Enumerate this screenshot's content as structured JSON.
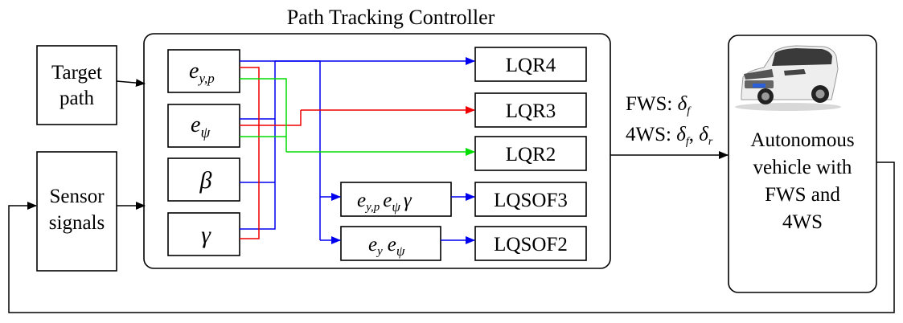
{
  "title": "Path Tracking Controller",
  "inputs": {
    "target_path": [
      "Target",
      "path"
    ],
    "sensor_signals": [
      "Sensor",
      "signals"
    ]
  },
  "states": {
    "eyp": {
      "base": "e",
      "sub": "y,p"
    },
    "epsi": {
      "base": "e",
      "sub": "ψ"
    },
    "beta": "β",
    "gamma": "γ"
  },
  "controllers": {
    "lqr4": "LQR4",
    "lqr3": "LQR3",
    "lqr2": "LQR2",
    "lqsof3": "LQSOF3",
    "lqsof2": "LQSOF2"
  },
  "sof_inputs": {
    "sof3": {
      "e1": "e",
      "s1": "y,p",
      "e2": "e",
      "s2": "ψ",
      "g": "γ"
    },
    "sof2": {
      "e1": "e",
      "s1": "y",
      "e2": "e",
      "s2": "ψ"
    }
  },
  "outputs": {
    "fws": {
      "label": "FWS: ",
      "sym": "δ",
      "sub": "f"
    },
    "four_ws": {
      "label": "4WS: ",
      "sym1": "δ",
      "sub1": "f",
      "sep": ", ",
      "sym2": "δ",
      "sub2": "r"
    }
  },
  "vehicle": {
    "label_lines": [
      "Autonomous",
      "vehicle with",
      "FWS and",
      "4WS"
    ],
    "image": "car-photo"
  },
  "colors": {
    "blue": "#0000ee",
    "red": "#ee0000",
    "green": "#00dd00",
    "black": "#000000"
  }
}
